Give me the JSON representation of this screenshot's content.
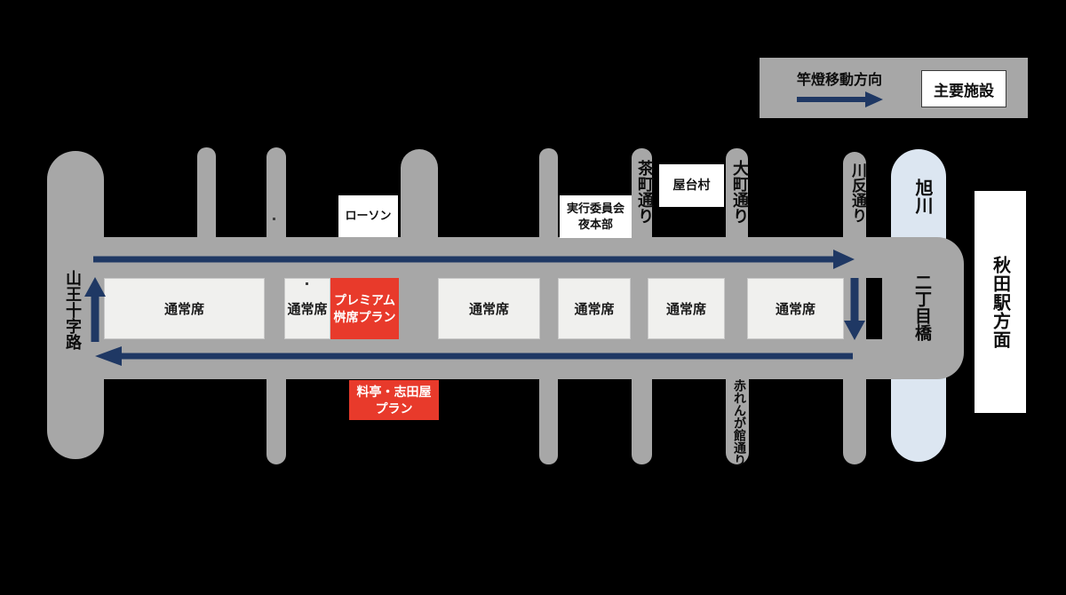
{
  "legend": {
    "direction_label": "竿燈移動方向",
    "facility_label": "主要施設"
  },
  "streets": {
    "sanno_crossroads": "山王十字路",
    "chamachi_street": "茶町通り",
    "omachi_street": "大町通り",
    "kawabata_street": "川反通り",
    "asahikawa_river": "旭川",
    "nichome_bridge": "二丁目橋",
    "akarenga_street": "赤れんが館通り",
    "akita_station_direction": "秋田駅方面"
  },
  "facilities": {
    "lawson": "ローソン",
    "committee_hq_line1": "実行委員会",
    "committee_hq_line2": "夜本部",
    "yatai_village": "屋台村"
  },
  "seats": {
    "regular": [
      "通常席",
      "通常席",
      "通常席",
      "通常席",
      "通常席",
      "通常席"
    ],
    "premium_line1": "プレミアム",
    "premium_line2": "桝席プラン",
    "ryotei_line1": "料亭・志田屋",
    "ryotei_line2": "プラン"
  },
  "colors": {
    "background": "#000000",
    "road": "#a7a7a7",
    "river": "#dce6f1",
    "arrow": "#1f3864",
    "premium_red": "#e83a2b",
    "seat_bg": "#f0f0ee"
  }
}
